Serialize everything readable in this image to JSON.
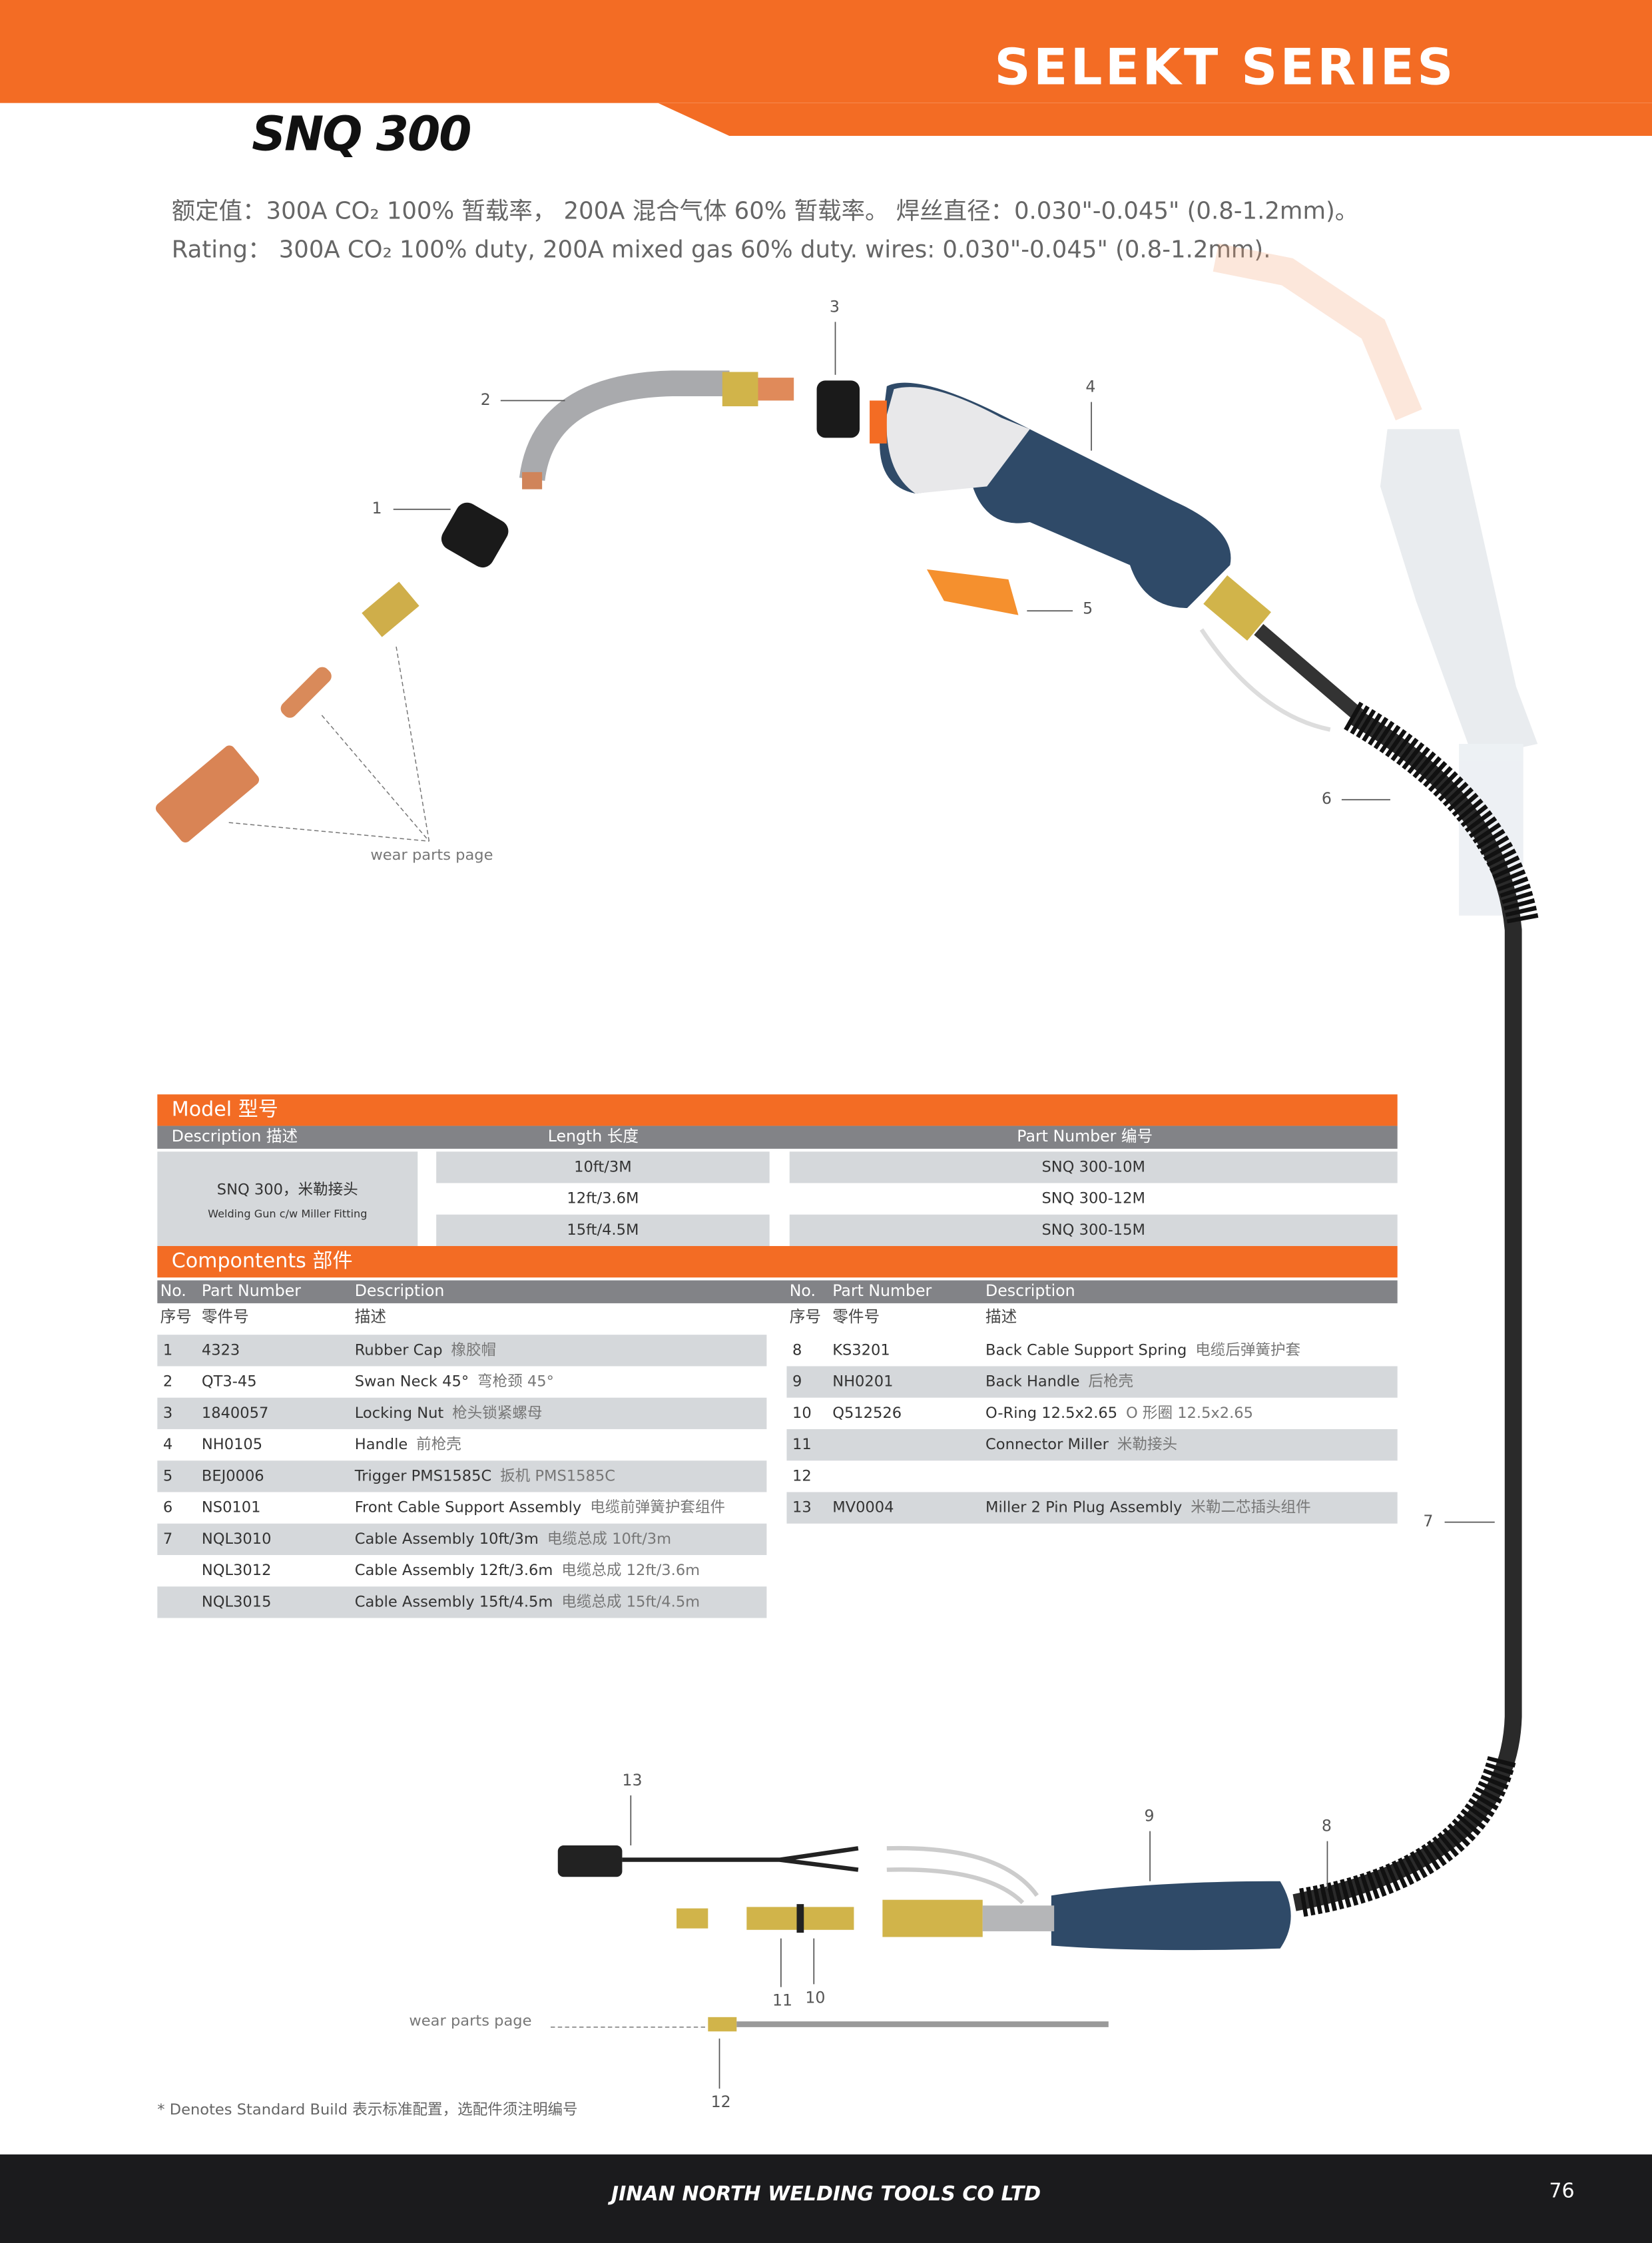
{
  "header": {
    "series": "SELEKT SERIES",
    "model": "SNQ 300"
  },
  "rating": {
    "cn": "额定值：300A CO₂ 100% 暂载率， 200A 混合气体 60% 暂载率。 焊丝直径：0.030\"-0.045\" (0.8-1.2mm)。",
    "en": "Rating： 300A CO₂ 100% duty, 200A mixed gas 60% duty. wires: 0.030\"-0.045\" (0.8-1.2mm)."
  },
  "callouts": [
    "1",
    "2",
    "3",
    "4",
    "5",
    "6",
    "7",
    "8",
    "9",
    "10",
    "11",
    "12",
    "13"
  ],
  "wear_parts": "wear parts page",
  "model_table": {
    "title": "Model 型号",
    "headers": {
      "description": "Description 描述",
      "length": "Length 长度",
      "part_number": "Part Number 编号"
    },
    "description": "SNQ 300，米勒接头",
    "description_sub": "Welding Gun c/w Miller Fitting",
    "rows": [
      {
        "length": "10ft/3M",
        "part": "SNQ 300-10M"
      },
      {
        "length": "12ft/3.6M",
        "part": "SNQ 300-12M"
      },
      {
        "length": "15ft/4.5M",
        "part": "SNQ 300-15M"
      }
    ]
  },
  "components": {
    "title": "Compontents 部件",
    "headers": {
      "no": "No.",
      "part": "Part Number",
      "desc": "Description",
      "no_cn": "序号",
      "part_cn": "零件号",
      "desc_cn": "描述"
    },
    "left": [
      {
        "no": "1",
        "part": "4323",
        "desc": "Rubber Cap",
        "cn": "橡胶帽"
      },
      {
        "no": "2",
        "part": "QT3-45",
        "desc": "Swan Neck 45°",
        "cn": "弯枪颈 45°"
      },
      {
        "no": "3",
        "part": "1840057",
        "desc": "Locking  Nut",
        "cn": "枪头锁紧螺母"
      },
      {
        "no": "4",
        "part": "NH0105",
        "desc": "Handle",
        "cn": "前枪壳"
      },
      {
        "no": "5",
        "part": "BEJ0006",
        "desc": "Trigger PMS1585C",
        "cn": "扳机 PMS1585C"
      },
      {
        "no": "6",
        "part": "NS0101",
        "desc": "Front Cable Support Assembly",
        "cn": "电缆前弹簧护套组件"
      },
      {
        "no": "7",
        "part": "NQL3010",
        "desc": "Cable Assembly 10ft/3m",
        "cn": "电缆总成 10ft/3m"
      },
      {
        "no": "",
        "part": "NQL3012",
        "desc": "Cable Assembly 12ft/3.6m",
        "cn": "电缆总成 12ft/3.6m"
      },
      {
        "no": "",
        "part": "NQL3015",
        "desc": "Cable Assembly 15ft/4.5m",
        "cn": "电缆总成 15ft/4.5m"
      }
    ],
    "right": [
      {
        "no": "8",
        "part": "KS3201",
        "desc": "Back Cable Support Spring",
        "cn": "电缆后弹簧护套"
      },
      {
        "no": "9",
        "part": "NH0201",
        "desc": "Back Handle",
        "cn": "后枪壳"
      },
      {
        "no": "10",
        "part": "Q512526",
        "desc": "O-Ring 12.5x2.65",
        "cn": "O 形圈 12.5x2.65"
      },
      {
        "no": "11",
        "part": "",
        "desc": "Connector Miller",
        "cn": "米勒接头"
      },
      {
        "no": "12",
        "part": "",
        "desc": "",
        "cn": ""
      },
      {
        "no": "13",
        "part": "MV0004",
        "desc": "Miller 2 Pin Plug Assembly",
        "cn": "米勒二芯插头组件"
      }
    ]
  },
  "footnote": "* Denotes Standard Build 表示标准配置，选配件须注明编号",
  "footer": {
    "company": "JINAN NORTH WELDING TOOLS CO LTD",
    "page": "76"
  },
  "colors": {
    "accent": "#f36c24",
    "gray": "#828387",
    "row": "#d5d8db",
    "footer": "#1b1b1d",
    "handle": "#2f4a68"
  }
}
